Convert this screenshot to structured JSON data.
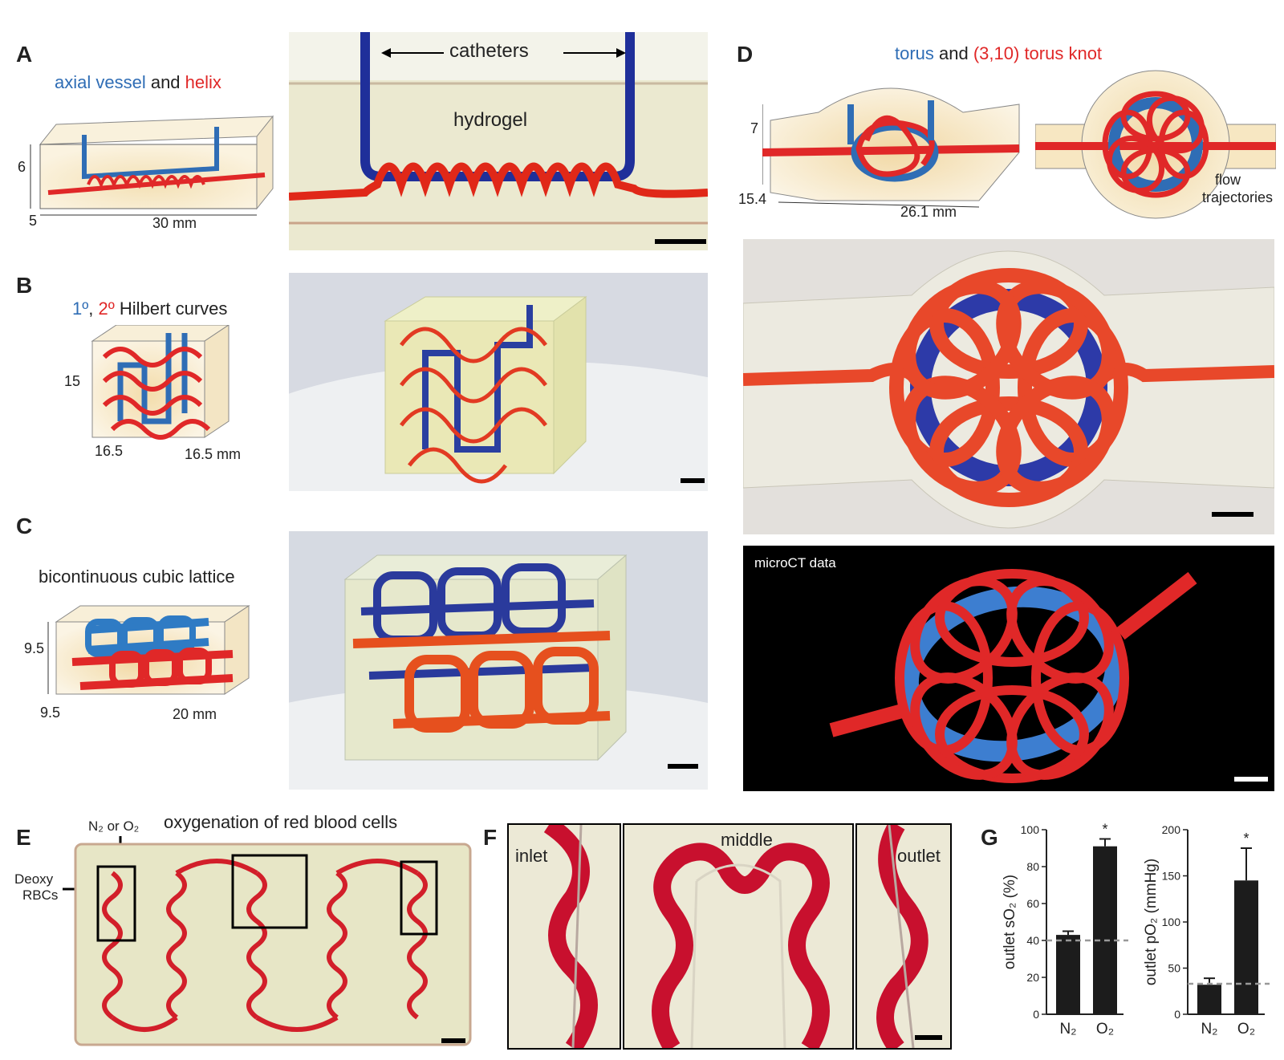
{
  "panels": {
    "A": {
      "label": "A",
      "caption_parts": [
        "axial vessel",
        " and ",
        "helix"
      ],
      "dims": {
        "height": "6",
        "depth": "5",
        "length": "30 mm"
      },
      "photo_labels": {
        "catheters": "catheters",
        "hydrogel": "hydrogel"
      }
    },
    "B": {
      "label": "B",
      "caption_parts": [
        "1º",
        ", ",
        "2º",
        " Hilbert curves"
      ],
      "dims": {
        "height": "15",
        "depth": "16.5",
        "length": "16.5 mm"
      }
    },
    "C": {
      "label": "C",
      "caption": "bicontinuous cubic lattice",
      "dims": {
        "height": "9.5",
        "depth": "9.5",
        "length": "20 mm"
      }
    },
    "D": {
      "label": "D",
      "caption_parts": [
        "torus",
        " and ",
        "(3,10) torus knot"
      ],
      "dims": {
        "height": "7",
        "depth": "15.4",
        "length": "26.1 mm"
      },
      "flow_label_1": "flow",
      "flow_label_2": "trajectories",
      "microct_label": "microCT data"
    },
    "E": {
      "label": "E",
      "title": "oxygenation of red blood cells",
      "gas_label": "N₂ or O₂",
      "deoxy_label_1": "Deoxy",
      "deoxy_label_2": "RBCs"
    },
    "F": {
      "label": "F",
      "inlet": "inlet",
      "middle": "middle",
      "outlet": "outlet"
    },
    "G": {
      "label": "G"
    }
  },
  "colors": {
    "blue": "#2f6db5",
    "red": "#e02828",
    "gel": "#efeccc",
    "photo_bg": "#d9dce2",
    "microct_bg": "#000000"
  },
  "chart_data": [
    {
      "type": "bar",
      "categories": [
        "N₂",
        "O₂"
      ],
      "values": [
        43,
        91
      ],
      "errors": [
        2,
        4
      ],
      "ylabel": "outlet sO₂ (%)",
      "ylim": [
        0,
        100
      ],
      "yticks": [
        0,
        20,
        40,
        60,
        80,
        100
      ],
      "reference_line": 40,
      "significance": [
        "",
        "*"
      ]
    },
    {
      "type": "bar",
      "categories": [
        "N₂",
        "O₂"
      ],
      "values": [
        32,
        145
      ],
      "errors": [
        7,
        35
      ],
      "ylabel": "outlet pO₂ (mmHg)",
      "ylim": [
        0,
        200
      ],
      "yticks": [
        0,
        50,
        100,
        150,
        200
      ],
      "reference_line": 33,
      "significance": [
        "",
        "*"
      ]
    }
  ]
}
